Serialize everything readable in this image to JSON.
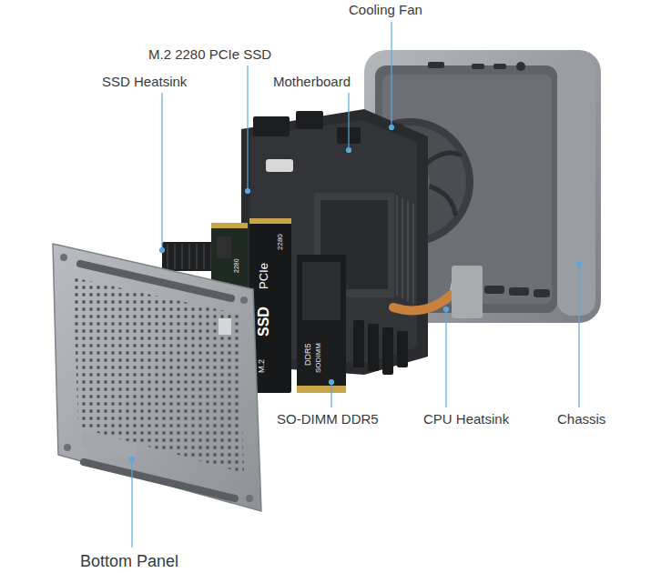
{
  "diagram": {
    "labels": [
      "Cooling Fan",
      "M.2 2280 PCIe SSD",
      "SSD Heatsink",
      "Motherboard",
      "2280",
      "2280",
      "PCIe",
      "SSD",
      "M.2",
      "DDR5",
      "SODIMM",
      "SO-DIMM DDR5",
      "CPU Heatsink",
      "Chassis",
      "Bottom Panel"
    ]
  }
}
